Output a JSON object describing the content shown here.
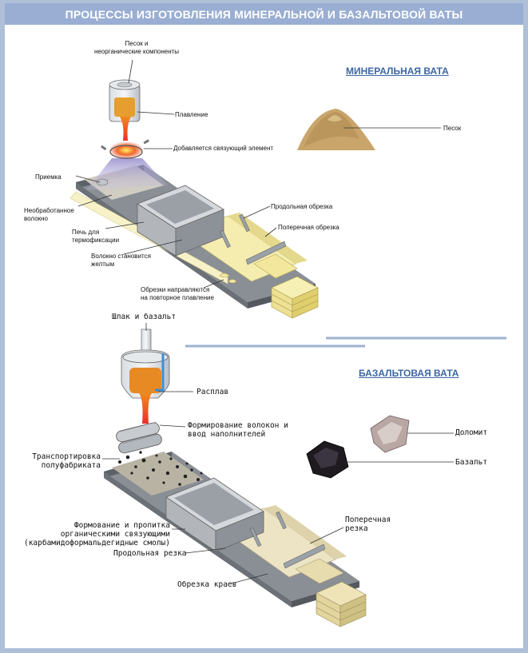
{
  "title": "ПРОЦЕССЫ ИЗГОТОВЛЕНИЯ МИНЕРАЛЬНОЙ И БАЗАЛЬТОВОЙ ВАТЫ",
  "colors": {
    "banner": "#99aed2",
    "section_title": "#3d67a3",
    "frame": "#aebfd8",
    "melt": "#e8452a",
    "divider": "#9fb2cf"
  },
  "mineral": {
    "heading": "МИНЕРАЛЬНАЯ ВАТА",
    "labels": {
      "sand_components_1": "Песок и",
      "sand_components_2": "неорганические компоненты",
      "melting": "Плавление",
      "binder": "Добавляется связующий элемент",
      "reception": "Приемка",
      "raw_fiber_1": "Необработанное",
      "raw_fiber_2": "волокно",
      "oven_1": "Печь для",
      "oven_2": "термофиксации",
      "yellow_1": "Волокно становится",
      "yellow_2": "желтым",
      "longitudinal": "Продольная обрезка",
      "transverse": "Поперечная обрезка",
      "scraps_1": "Обрезки направляются",
      "scraps_2": "на повторное плавление",
      "sand": "Песок"
    }
  },
  "basalt": {
    "heading": "БАЗАЛЬТОВАЯ ВАТА",
    "labels": {
      "slag_basalt": "Шлак и базальт",
      "melt": "Расплав",
      "fiber_1": "Формирование волокон и",
      "fiber_2": "ввод наполнителей",
      "transport_1": "Транспортировка",
      "transport_2": "полуфабриката",
      "molding_1": "Формование и пропитка",
      "molding_2": "органическими связующими",
      "molding_3": "(карбамидоформальдегидные смолы)",
      "longitudinal": "Продольная резка",
      "transverse_1": "Поперечная",
      "transverse_2": "резка",
      "edges": "Обрезка краев",
      "dolomite": "Доломит",
      "basalt": "Базальт"
    }
  }
}
